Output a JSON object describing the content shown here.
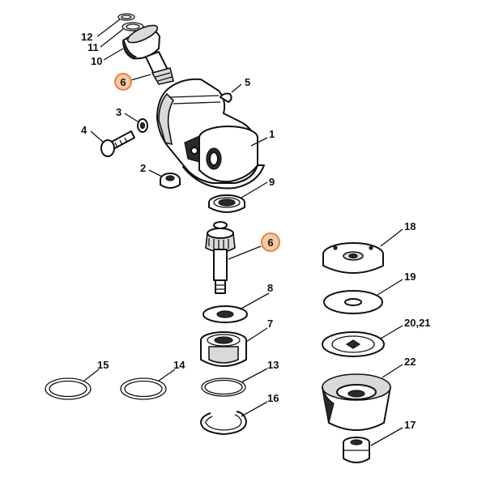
{
  "labels": {
    "p1": "1",
    "p2": "2",
    "p3": "3",
    "p4": "4",
    "p5": "5",
    "p6_top": "6",
    "p6_mid": "6",
    "p7": "7",
    "p8": "8",
    "p9": "9",
    "p10": "10",
    "p11": "11",
    "p12": "12",
    "p13": "13",
    "p14": "14",
    "p15": "15",
    "p16": "16",
    "p17": "17",
    "p18": "18",
    "p19": "19",
    "p20_21": "20,21",
    "p22": "22"
  },
  "colors": {
    "highlight_fill": "#f6c9a6",
    "highlight_stroke": "#e8833a"
  }
}
